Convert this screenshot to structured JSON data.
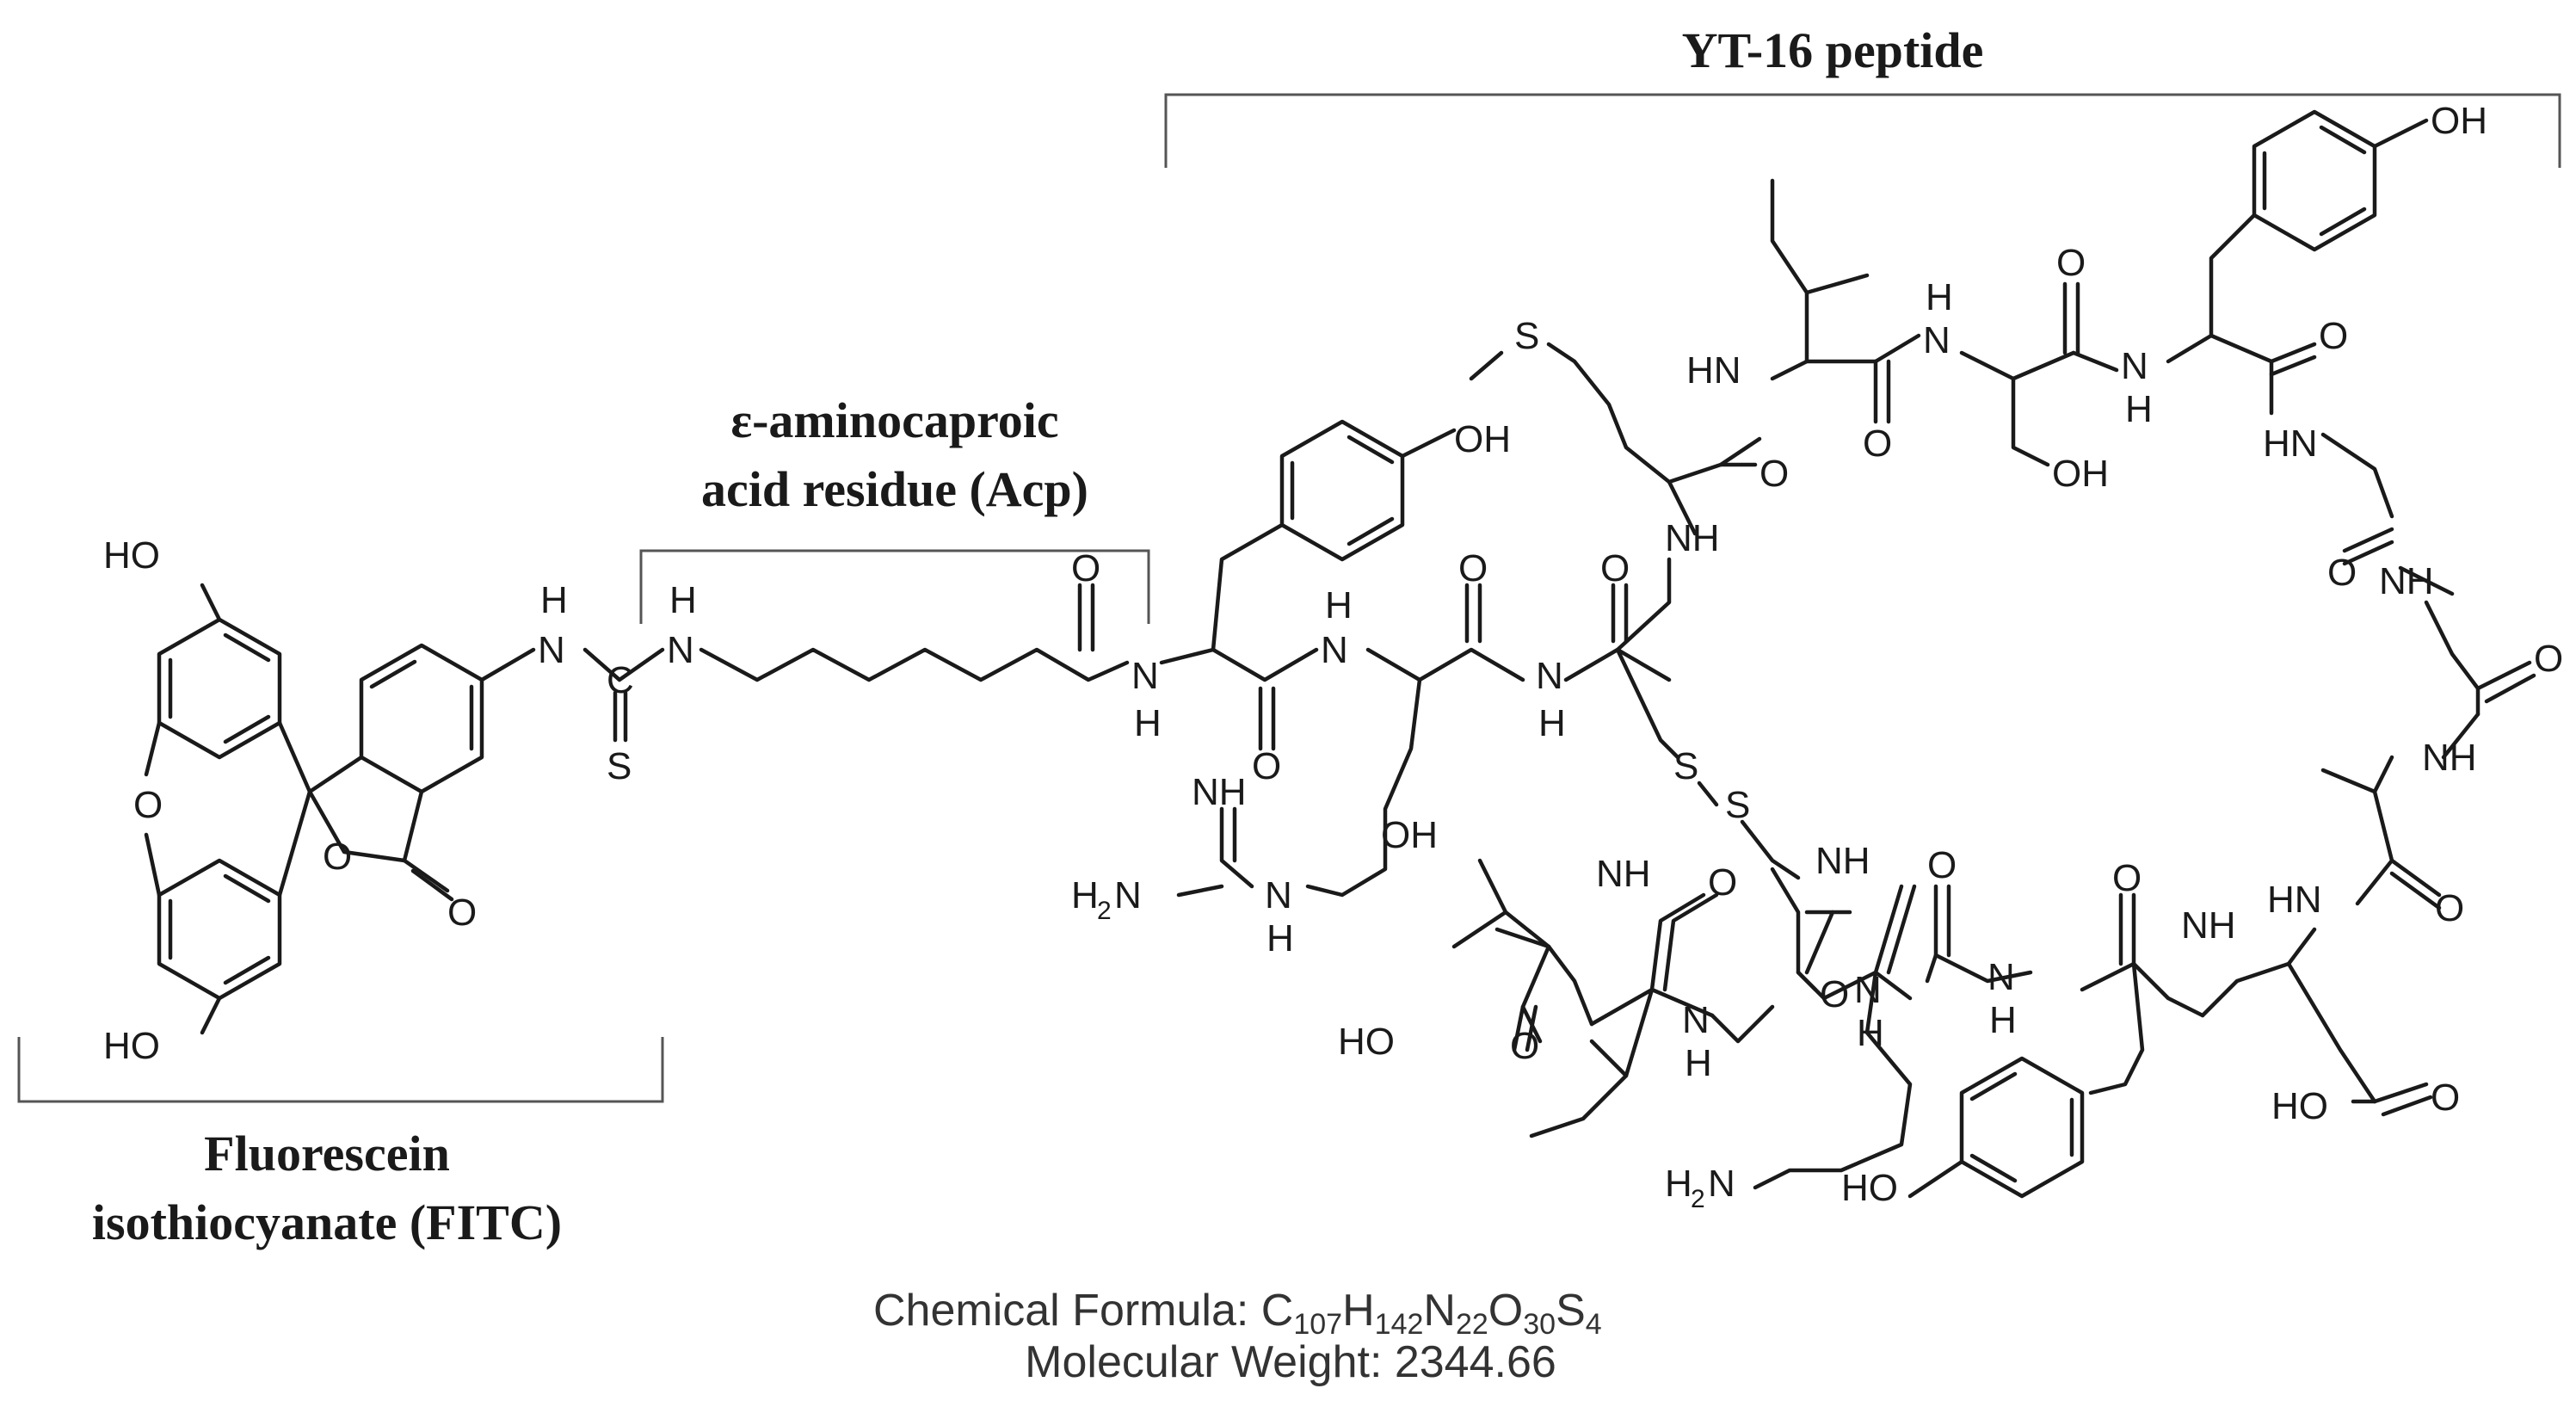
{
  "labels": {
    "yt16": "YT-16 peptide",
    "acp_line1": "ε-aminocaproic",
    "acp_line2": "acid residue (Acp)",
    "fitc_line1": "Fluorescein",
    "fitc_line2": "isothiocyanate (FITC)"
  },
  "formula": {
    "prefix": "Chemical Formula: ",
    "c": "C",
    "c_n": "107",
    "h": "H",
    "h_n": "142",
    "n": "N",
    "n_n": "22",
    "o": "O",
    "o_n": "30",
    "s": "S",
    "s_n": "4"
  },
  "weight": "Molecular Weight: 2344.66",
  "atoms": {
    "ho": "HO",
    "oh": "OH",
    "o": "O",
    "s": "S",
    "n": "N",
    "h": "H",
    "c": "C",
    "nh": "NH",
    "hn": "HN",
    "h2": "H",
    "two": "2"
  }
}
